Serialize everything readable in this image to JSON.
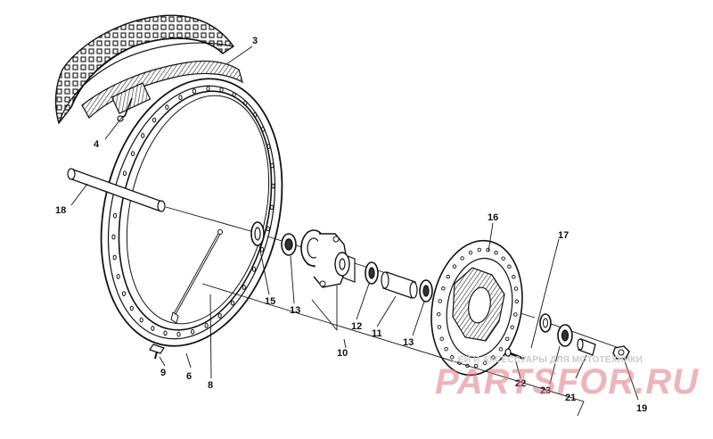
{
  "part_labels": [
    {
      "id": "3",
      "text": "3"
    },
    {
      "id": "4",
      "text": "4"
    },
    {
      "id": "18",
      "text": "18"
    },
    {
      "id": "16",
      "text": "16"
    },
    {
      "id": "17",
      "text": "17"
    },
    {
      "id": "15",
      "text": "15"
    },
    {
      "id": "13a",
      "text": "13"
    },
    {
      "id": "12",
      "text": "12"
    },
    {
      "id": "11",
      "text": "11"
    },
    {
      "id": "13b",
      "text": "13"
    },
    {
      "id": "10",
      "text": "10"
    },
    {
      "id": "9",
      "text": "9"
    },
    {
      "id": "6",
      "text": "6"
    },
    {
      "id": "8",
      "text": "8"
    },
    {
      "id": "22",
      "text": "22"
    },
    {
      "id": "23",
      "text": "23"
    },
    {
      "id": "21",
      "text": "21"
    },
    {
      "id": "19",
      "text": "19"
    }
  ],
  "watermark": {
    "small_text": "...ЕЙ И АКСЕССУАРЫ ДЛЯ МОТОТЕХНИКИ",
    "large_text": "PARTSFOR.RU"
  },
  "colors": {
    "line": "#1a1a1a",
    "watermark_red": "#df7880",
    "watermark_grey": "#c9c9c9"
  }
}
